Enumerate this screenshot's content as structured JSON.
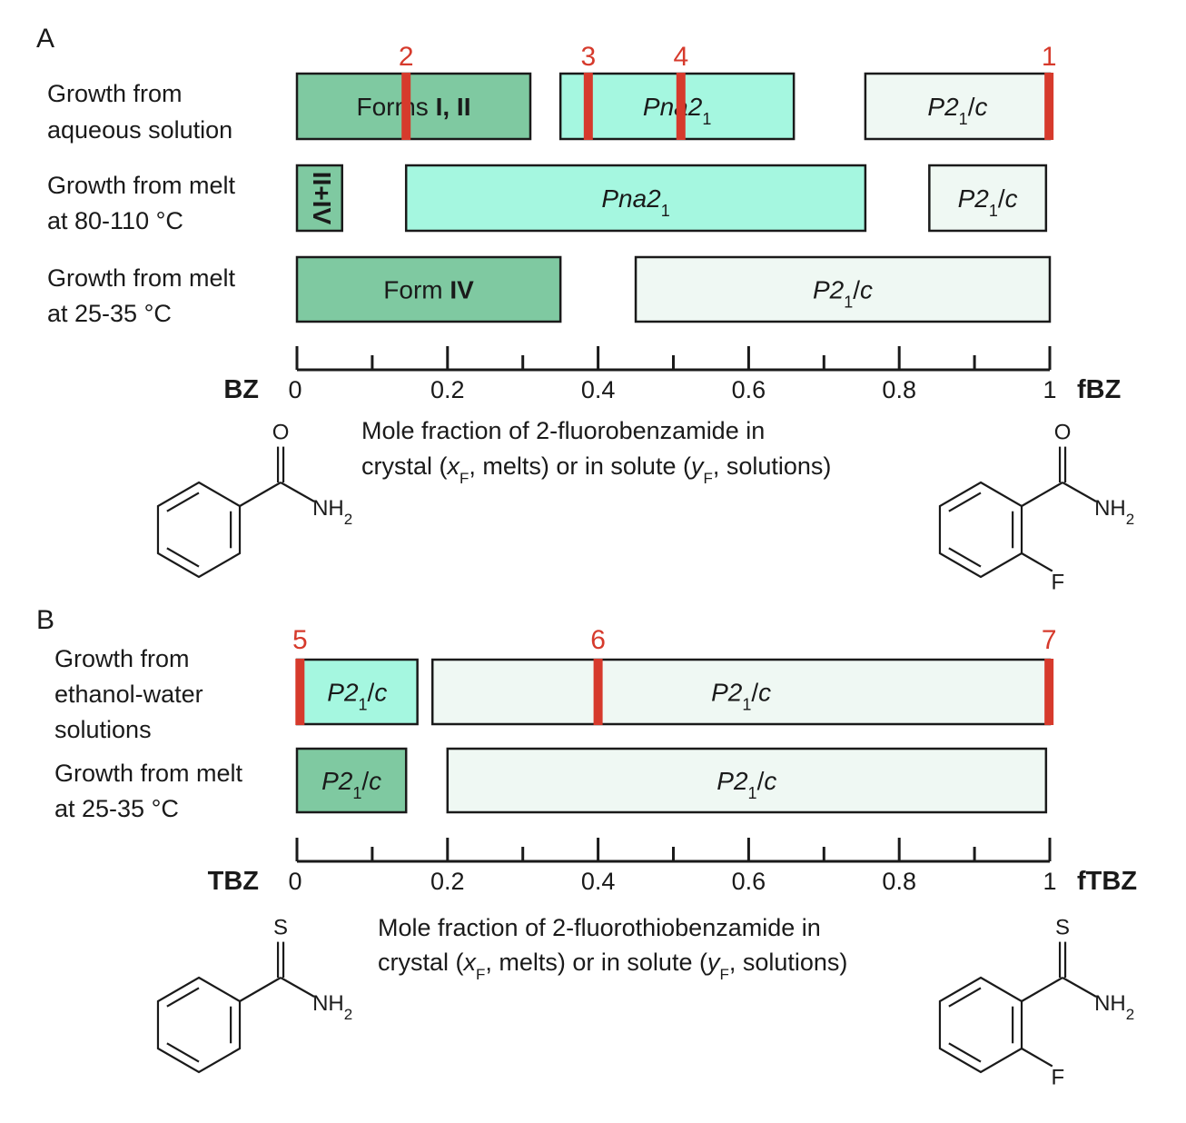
{
  "colors": {
    "dark": "#7fc9a1",
    "cyan": "#a5f7e0",
    "pale": "#eff8f3",
    "marker": "#d63a2c",
    "stroke": "#1a1a1a"
  },
  "panels": [
    {
      "id": "A",
      "label": "A",
      "axis": {
        "min": 0,
        "max": 1,
        "major_ticks": [
          0,
          0.2,
          0.4,
          0.6,
          0.8,
          1
        ],
        "tick_labels": [
          "0",
          "0.2",
          "0.4",
          "0.6",
          "0.8",
          "1"
        ],
        "minor_step": 0.1
      },
      "left_end": "BZ",
      "right_end": "fBZ",
      "axis_title": {
        "line1": "Mole fraction of 2-fluorobenzamide in",
        "line2_a": "crystal (",
        "line2_x": "x",
        "line2_sub": "F",
        "line2_b": ", melts) or in solute (",
        "line2_y": "y",
        "line2_c": ", solutions)"
      },
      "rows": [
        {
          "label": [
            "Growth from",
            "aqueous solution"
          ],
          "bars": [
            {
              "from": 0.0,
              "to": 0.31,
              "color": "dark",
              "text": [
                {
                  "t": "Forms ",
                  "b": false
                },
                {
                  "t": "I, II",
                  "b": true
                }
              ]
            },
            {
              "from": 0.35,
              "to": 0.66,
              "color": "cyan",
              "text": [
                {
                  "t": "Pna2",
                  "i": true
                },
                {
                  "t": "1",
                  "sub": true
                }
              ]
            },
            {
              "from": 0.755,
              "to": 1.0,
              "color": "pale",
              "text": [
                {
                  "t": "P2",
                  "i": true
                },
                {
                  "t": "1",
                  "sub": true
                },
                {
                  "t": "/",
                  "i": false
                },
                {
                  "t": "c",
                  "i": true
                }
              ]
            }
          ],
          "markers": [
            {
              "x": 0.145,
              "label": "2"
            },
            {
              "x": 0.387,
              "label": "3"
            },
            {
              "x": 0.51,
              "label": "4"
            },
            {
              "x": 0.999,
              "label": "1"
            }
          ]
        },
        {
          "label": [
            "Growth from melt",
            "at 80-110 °C"
          ],
          "bars": [
            {
              "from": 0.0,
              "to": 0.06,
              "color": "dark",
              "vtext": "II+IV"
            },
            {
              "from": 0.145,
              "to": 0.755,
              "color": "cyan",
              "text": [
                {
                  "t": "Pna2",
                  "i": true
                },
                {
                  "t": "1",
                  "sub": true
                }
              ]
            },
            {
              "from": 0.84,
              "to": 0.995,
              "color": "pale",
              "text": [
                {
                  "t": "P2",
                  "i": true
                },
                {
                  "t": "1",
                  "sub": true
                },
                {
                  "t": "/",
                  "i": false
                },
                {
                  "t": "c",
                  "i": true
                }
              ]
            }
          ],
          "markers": []
        },
        {
          "label": [
            "Growth from melt",
            "at 25-35 °C"
          ],
          "bars": [
            {
              "from": 0.0,
              "to": 0.35,
              "color": "dark",
              "text": [
                {
                  "t": "Form ",
                  "b": false
                },
                {
                  "t": "IV",
                  "b": true
                }
              ]
            },
            {
              "from": 0.45,
              "to": 1.0,
              "color": "pale",
              "text": [
                {
                  "t": "P2",
                  "i": true
                },
                {
                  "t": "1",
                  "sub": true
                },
                {
                  "t": "/",
                  "i": false
                },
                {
                  "t": "c",
                  "i": true
                }
              ]
            }
          ],
          "markers": []
        }
      ],
      "molecules": {
        "left": {
          "top": "O",
          "amine": "NH",
          "amine_sub": "2"
        },
        "right": {
          "top": "O",
          "amine": "NH",
          "amine_sub": "2",
          "sub": "F"
        }
      }
    },
    {
      "id": "B",
      "label": "B",
      "axis": {
        "min": 0,
        "max": 1,
        "major_ticks": [
          0,
          0.2,
          0.4,
          0.6,
          0.8,
          1
        ],
        "tick_labels": [
          "0",
          "0.2",
          "0.4",
          "0.6",
          "0.8",
          "1"
        ],
        "minor_step": 0.1
      },
      "left_end": "TBZ",
      "right_end": "fTBZ",
      "axis_title": {
        "line1": "Mole fraction of 2-fluorothiobenzamide in",
        "line2_a": "crystal (",
        "line2_x": "x",
        "line2_sub": "F",
        "line2_b": ", melts) or in solute (",
        "line2_y": "y",
        "line2_c": ", solutions)"
      },
      "rows": [
        {
          "label": [
            "Growth from",
            "ethanol-water",
            "solutions"
          ],
          "bars": [
            {
              "from": 0.0,
              "to": 0.16,
              "color": "cyan",
              "text": [
                {
                  "t": "P2",
                  "i": true
                },
                {
                  "t": "1",
                  "sub": true
                },
                {
                  "t": "/",
                  "i": false
                },
                {
                  "t": "c",
                  "i": true
                }
              ]
            },
            {
              "from": 0.18,
              "to": 1.0,
              "color": "pale",
              "text": [
                {
                  "t": "P2",
                  "i": true
                },
                {
                  "t": "1",
                  "sub": true
                },
                {
                  "t": "/",
                  "i": false
                },
                {
                  "t": "c",
                  "i": true
                }
              ]
            }
          ],
          "markers": [
            {
              "x": 0.004,
              "label": "5"
            },
            {
              "x": 0.4,
              "label": "6"
            },
            {
              "x": 0.999,
              "label": "7"
            }
          ]
        },
        {
          "label": [
            "Growth from melt",
            "at 25-35 °C"
          ],
          "bars": [
            {
              "from": 0.0,
              "to": 0.145,
              "color": "dark",
              "text": [
                {
                  "t": "P2",
                  "i": true
                },
                {
                  "t": "1",
                  "sub": true
                },
                {
                  "t": "/",
                  "i": false
                },
                {
                  "t": "c",
                  "i": true
                }
              ]
            },
            {
              "from": 0.2,
              "to": 0.995,
              "color": "pale",
              "text": [
                {
                  "t": "P2",
                  "i": true
                },
                {
                  "t": "1",
                  "sub": true
                },
                {
                  "t": "/",
                  "i": false
                },
                {
                  "t": "c",
                  "i": true
                }
              ]
            }
          ],
          "markers": []
        }
      ],
      "molecules": {
        "left": {
          "top": "S",
          "amine": "NH",
          "amine_sub": "2"
        },
        "right": {
          "top": "S",
          "amine": "NH",
          "amine_sub": "2",
          "sub": "F"
        }
      }
    }
  ]
}
